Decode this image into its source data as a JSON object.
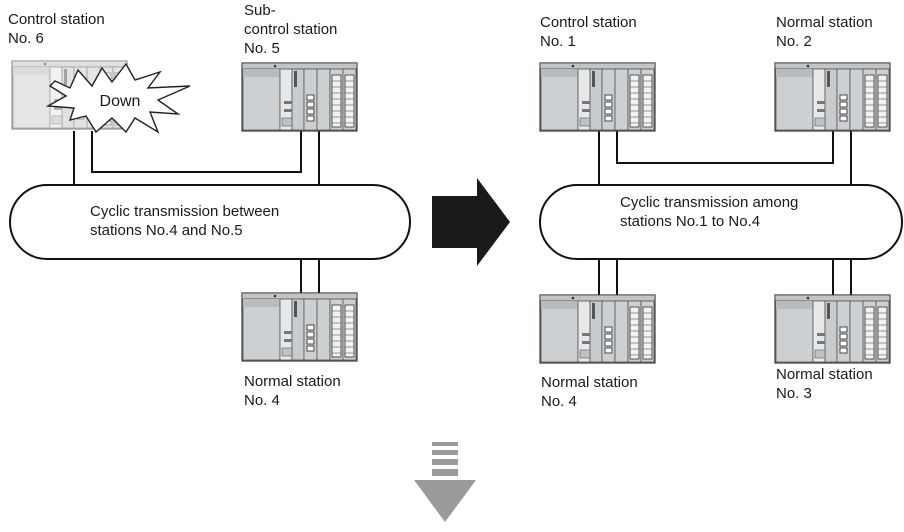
{
  "left_panel": {
    "control_station": {
      "line1": "Control station",
      "line2": "No. 6",
      "status": "Down"
    },
    "sub_control_station": {
      "line1": "Sub-",
      "line2": "control station",
      "line3": "No. 5"
    },
    "normal_station_4": {
      "line1": "Normal station",
      "line2": "No. 4"
    },
    "loop_text": {
      "line1": "Cyclic transmission between",
      "line2": "stations No.4 and No.5"
    }
  },
  "right_panel": {
    "control_station_1": {
      "line1": "Control station",
      "line2": "No. 1"
    },
    "normal_station_2": {
      "line1": "Normal station",
      "line2": "No. 2"
    },
    "normal_station_4": {
      "line1": "Normal station",
      "line2": "No. 4"
    },
    "normal_station_3": {
      "line1": "Normal station",
      "line2": "No. 3"
    },
    "loop_text": {
      "line1": "Cyclic transmission among",
      "line2": "stations No.1 to No.4"
    }
  },
  "colors": {
    "plc_body": "#cfd2d4",
    "plc_dark": "#3a3a3a",
    "arrow": "#1a1a1a",
    "down_arrow": "#9a9a9a"
  }
}
